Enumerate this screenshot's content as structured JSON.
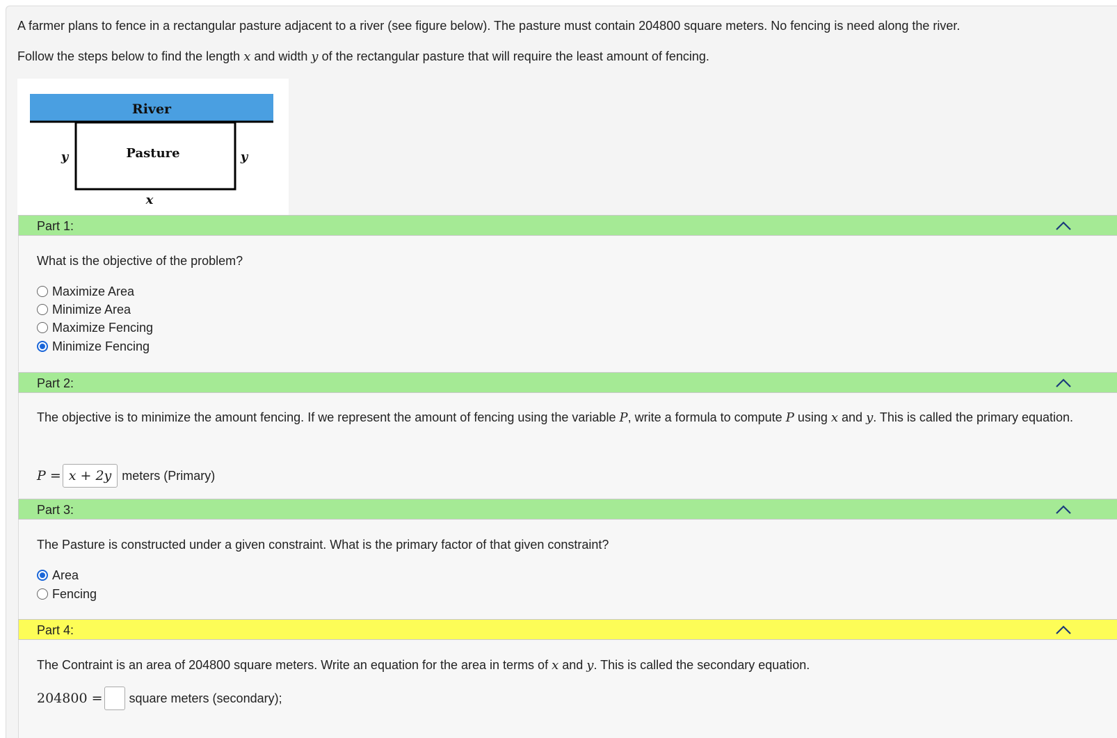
{
  "intro": {
    "line1": "A farmer plans to fence in a rectangular pasture adjacent to a river (see figure below). The pasture must contain 204800 square meters. No fencing is need along the river.",
    "line2_a": "Follow the steps below to find the length ",
    "var_x": "x",
    "line2_b": " and width ",
    "var_y": "y",
    "line2_c": " of the rectangular pasture that will require the least amount of fencing."
  },
  "figure": {
    "river_label": "River",
    "pasture_label": "Pasture",
    "left_label": "y",
    "right_label": "y",
    "bottom_label": "x",
    "colors": {
      "river": "#4a9fe1",
      "outline": "#000000"
    }
  },
  "parts": [
    {
      "title": "Part 1:",
      "status_color": "#a5ea95",
      "question": "What is the objective of the problem?",
      "options": [
        {
          "label": "Maximize Area",
          "selected": false
        },
        {
          "label": "Minimize Area",
          "selected": false
        },
        {
          "label": "Maximize Fencing",
          "selected": false
        },
        {
          "label": "Minimize Fencing",
          "selected": true
        }
      ]
    },
    {
      "title": "Part 2:",
      "status_color": "#a5ea95",
      "question_a": "The objective is to minimize the amount fencing. If we represent the amount of fencing using the variable ",
      "var_P": "P",
      "question_b": ", write a formula to compute ",
      "question_c": " using ",
      "question_d": " and ",
      "question_e": ". This is called the primary equation.",
      "lhs": "P =",
      "answer": "x + 2y",
      "suffix": "meters (Primary)"
    },
    {
      "title": "Part 3:",
      "status_color": "#a5ea95",
      "question": "The Pasture is constructed under a given constraint. What is the primary factor of that given constraint?",
      "options": [
        {
          "label": "Area",
          "selected": true
        },
        {
          "label": "Fencing",
          "selected": false
        }
      ]
    },
    {
      "title": "Part 4:",
      "status_color": "#fdfd57",
      "question_a": "The Contraint is an area of 204800 square meters. Write an equation for the area in terms of ",
      "question_b": " and ",
      "question_c": ". This is called the secondary equation.",
      "lhs": "204800 =",
      "answer": "",
      "suffix": "square meters (secondary);"
    }
  ],
  "icons": {
    "collapse": "chevron-up-icon"
  },
  "colors": {
    "chevron": "#1a3a7a",
    "radio_selected": "#1a66d9"
  }
}
